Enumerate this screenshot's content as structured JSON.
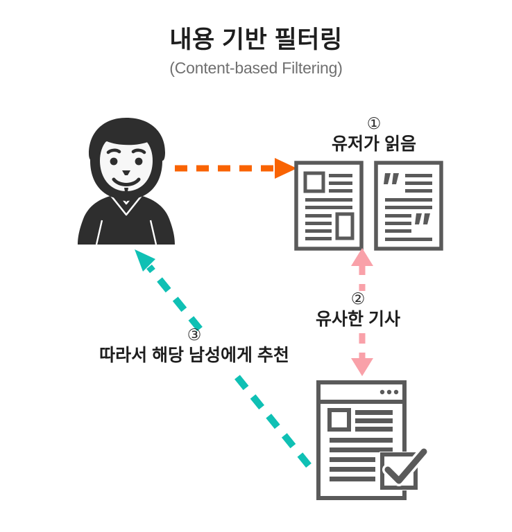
{
  "header": {
    "title_ko": "내용 기반 필터링",
    "title_en": "(Content-based Filtering)"
  },
  "steps": [
    {
      "id": "step-1",
      "number": "①",
      "label": "유저가 읽음",
      "arrow_name": "orange-dashed-arrow-right"
    },
    {
      "id": "step-2",
      "number": "②",
      "label": "유사한 기사",
      "arrow_name": "pink-dashed-double-arrow-vertical"
    },
    {
      "id": "step-3",
      "number": "③",
      "label": "따라서 해당 남성에게 추천",
      "arrow_name": "teal-dashed-arrow-diagonal"
    }
  ],
  "nodes": {
    "user": {
      "icon": "user-avatar-male-icon"
    },
    "articles_read": {
      "icon_left": "document-with-image-icon",
      "icon_right": "document-with-quote-icon"
    },
    "recommended_article": {
      "icon": "web-page-document-with-checkmark-icon"
    }
  },
  "colors": {
    "orange_arrow": "#F96302",
    "pink_arrow": "#F9A1A9",
    "teal_arrow": "#0FC0B4",
    "icon_gray": "#5A5A5A",
    "avatar_dark": "#2E2E2E",
    "title_dark": "#1E1E1E",
    "subtitle_gray": "#6F6F6F",
    "background": "#FFFFFF"
  }
}
